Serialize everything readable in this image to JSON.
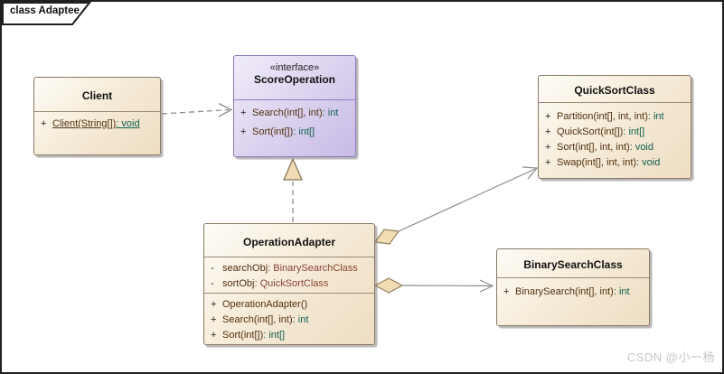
{
  "frame": {
    "title": "class Adaptee",
    "watermark": "CSDN @小一杨"
  },
  "colors": {
    "class_fill_light": "#fefcf7",
    "class_fill_dark": "#eeddc2",
    "class_border": "#8a7a64",
    "interface_fill_light": "#f1edfa",
    "interface_fill_dark": "#c8bbe6",
    "interface_border": "#8878b8",
    "member_name_color": "#52300f",
    "member_type_color": "#106052",
    "attribute_type_color": "#8b4332",
    "connector_color": "#8c8c8c",
    "diamond_fill": "#f2dcb3"
  },
  "classes": {
    "client": {
      "name": "Client",
      "methods": [
        {
          "vis": "+",
          "sig": "Client(String[])",
          "type": ": void",
          "static": true
        }
      ]
    },
    "score_operation": {
      "stereotype": "«interface»",
      "name": "ScoreOperation",
      "methods": [
        {
          "vis": "+",
          "sig": "Search(int[], int)",
          "type": ": int"
        },
        {
          "vis": "+",
          "sig": "Sort(int[])",
          "type": ": int[]"
        }
      ]
    },
    "quick_sort_class": {
      "name": "QuickSortClass",
      "methods": [
        {
          "vis": "+",
          "sig": "Partition(int[], int, int)",
          "type": ": int"
        },
        {
          "vis": "+",
          "sig": "QuickSort(int[])",
          "type": ": int[]"
        },
        {
          "vis": "+",
          "sig": "Sort(int[], int, int)",
          "type": ": void"
        },
        {
          "vis": "+",
          "sig": "Swap(int[], int, int)",
          "type": ": void"
        }
      ]
    },
    "operation_adapter": {
      "name": "OperationAdapter",
      "attributes": [
        {
          "vis": "-",
          "sig": "searchObj",
          "type": ": BinarySearchClass"
        },
        {
          "vis": "-",
          "sig": "sortObj",
          "type": ": QuickSortClass"
        }
      ],
      "methods": [
        {
          "vis": "+",
          "sig": "OperationAdapter()",
          "type": ""
        },
        {
          "vis": "+",
          "sig": "Search(int[], int)",
          "type": ": int"
        },
        {
          "vis": "+",
          "sig": "Sort(int[])",
          "type": ": int[]"
        }
      ]
    },
    "binary_search_class": {
      "name": "BinarySearchClass",
      "methods": [
        {
          "vis": "+",
          "sig": "BinarySearch(int[], int)",
          "type": ": int"
        }
      ]
    }
  },
  "relationships": [
    {
      "type": "dependency",
      "from": "Client",
      "to": "ScoreOperation",
      "line": "dashed",
      "head": "open-arrow"
    },
    {
      "type": "realization",
      "from": "OperationAdapter",
      "to": "ScoreOperation",
      "line": "dashed",
      "head": "hollow-triangle"
    },
    {
      "type": "aggregation",
      "from": "OperationAdapter",
      "to": "QuickSortClass",
      "line": "solid",
      "tail": "diamond",
      "head": "open-arrow"
    },
    {
      "type": "aggregation",
      "from": "OperationAdapter",
      "to": "BinarySearchClass",
      "line": "solid",
      "tail": "diamond",
      "head": "open-arrow"
    }
  ]
}
